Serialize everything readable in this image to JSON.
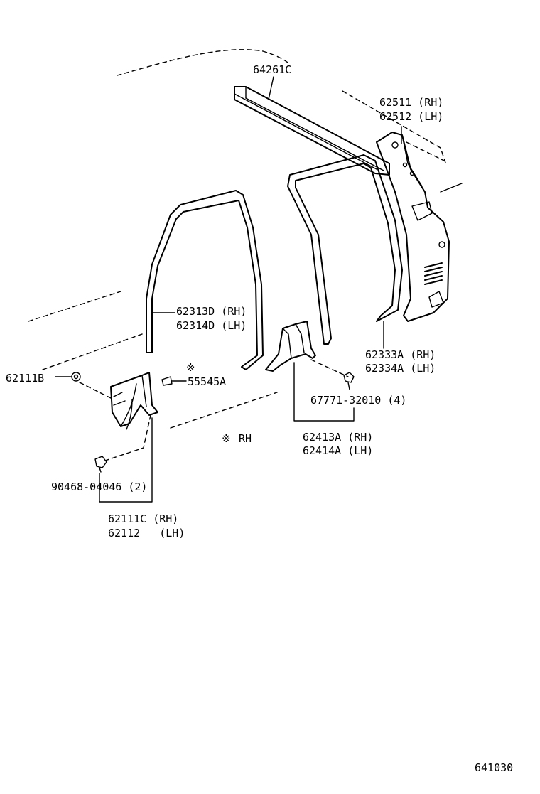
{
  "labels": {
    "roof_rail": "64261C",
    "rear_panel_rh": "62511 (RH)",
    "rear_panel_lh": "62512 (LH)",
    "front_weatherstrip_rh": "62313D (RH)",
    "front_weatherstrip_lh": "62314D (LH)",
    "rear_weatherstrip_rh": "62333A (RH)",
    "rear_weatherstrip_lh": "62334A (LH)",
    "clip_front": "62111B",
    "rh_only_mark": "※",
    "retainer": "55545A",
    "clip_center": "67771-32010 (4)",
    "scuff_rh": "62413A (RH)",
    "scuff_lh": "62414A (LH)",
    "legend_mark": "※",
    "legend_text": "RH",
    "clip_lower": "90468-04046 (2)",
    "cowl_rh": "62111C (RH)",
    "cowl_lh": "62112   (LH)",
    "figure_number": "641030"
  }
}
